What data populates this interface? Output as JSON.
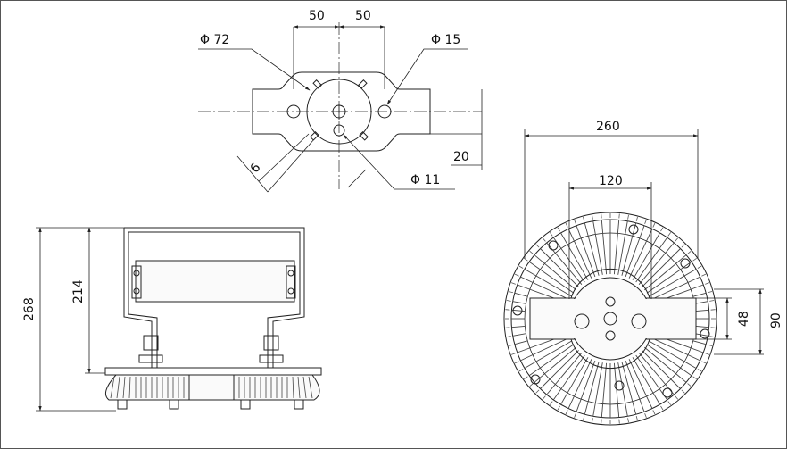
{
  "top_view": {
    "dim_50_left": "50",
    "dim_50_right": "50",
    "dia_72": "Φ 72",
    "dia_15": "Φ 15",
    "dia_11": "Φ 11",
    "dim_6": "6",
    "dim_20": "20"
  },
  "side_view": {
    "dim_268": "268",
    "dim_214": "214"
  },
  "front_view": {
    "dim_260": "260",
    "dim_120": "120",
    "dim_48": "48",
    "dim_90": "90"
  }
}
